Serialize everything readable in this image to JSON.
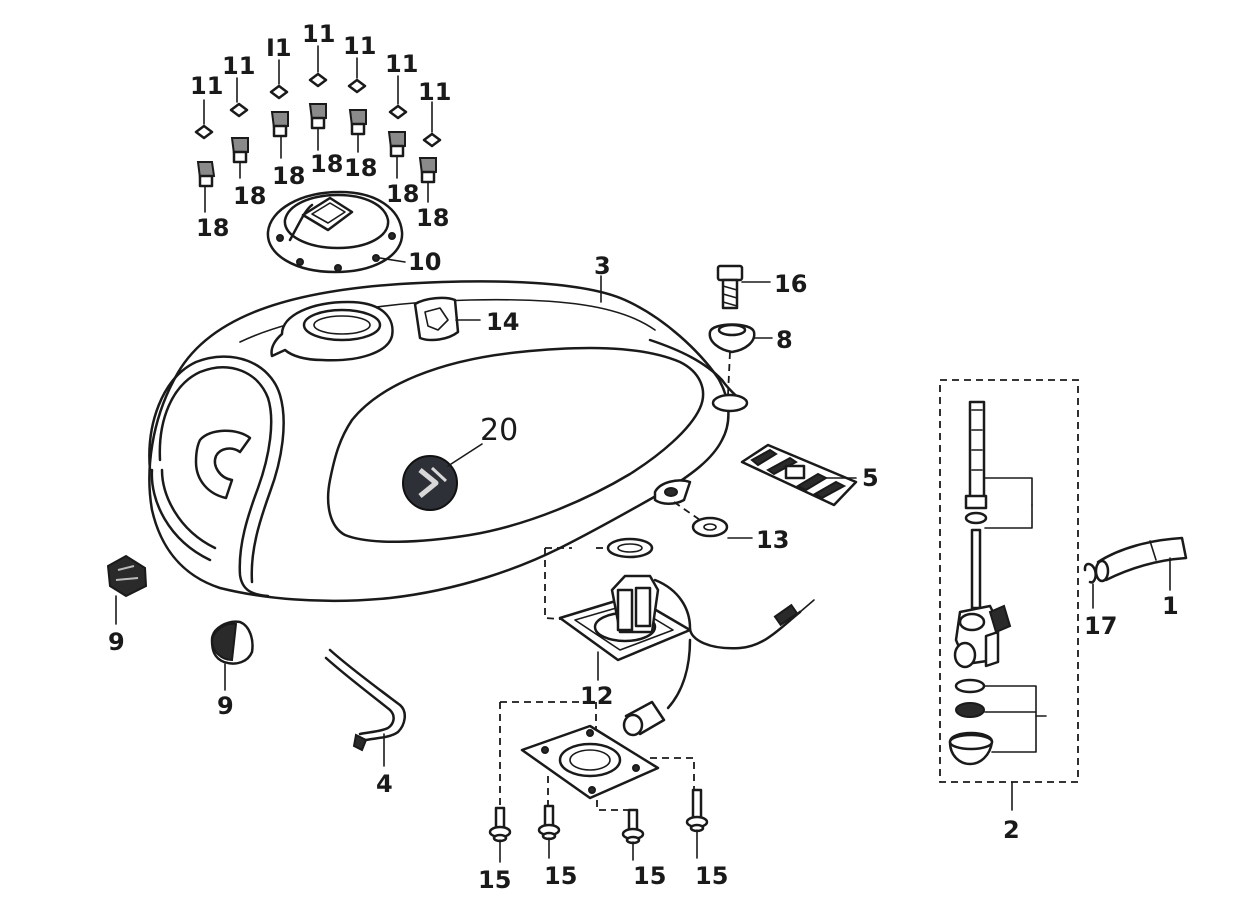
{
  "labels": {
    "l1": "1",
    "l2": "2",
    "l3": "3",
    "l4": "4",
    "l5": "5",
    "l8": "8",
    "l9": "9",
    "l10": "10",
    "l11": "11",
    "l11b": "I1",
    "l12": "12",
    "l13": "13",
    "l14": "14",
    "l15": "15",
    "l16": "16",
    "l17": "17",
    "l18": "18",
    "l20": "20"
  },
  "colors": {
    "line": "#1a1a1a",
    "background": "#ffffff"
  }
}
